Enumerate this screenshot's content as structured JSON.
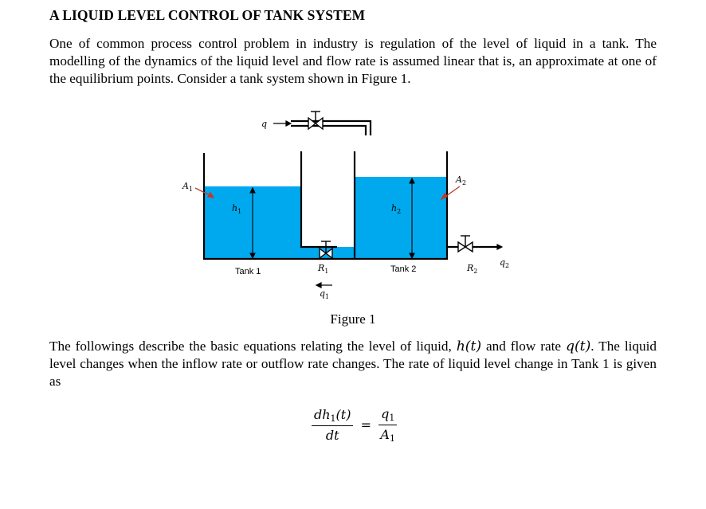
{
  "title": "A LIQUID LEVEL CONTROL OF TANK SYSTEM",
  "paragraph1": "One of common process control problem in industry is regulation of the level of liquid in a tank. The modelling of the dynamics of the liquid level and flow rate is assumed linear that is, an approximate at one of the equilibrium points. Consider a tank system shown in Figure 1.",
  "figure": {
    "q_label": "q",
    "A1_label": "A",
    "A1_sub": "1",
    "A2_label": "A",
    "A2_sub": "2",
    "h1_label": "h",
    "h1_sub": "1",
    "h2_label": "h",
    "h2_sub": "2",
    "tank1_label": "Tank 1",
    "tank2_label": "Tank 2",
    "R1_label": "R",
    "R1_sub": "1",
    "R2_label": "R",
    "R2_sub": "2",
    "q1_label": "q",
    "q1_sub": "1",
    "q2_label": "q",
    "q2_sub": "2",
    "caption": "Figure 1",
    "colors": {
      "liquid": "#00A9EE",
      "outline": "#000000",
      "pointer": "#C0392B"
    }
  },
  "paragraph2_parts": {
    "before_h": "The followings describe the basic equations relating the level of liquid, ",
    "h_expr": "h(t)",
    "between": " and flow rate ",
    "q_expr": "q(t)",
    "after": ". The liquid level changes when the inflow rate or outflow rate changes. The rate of liquid level change in Tank 1 is given as"
  },
  "equation": {
    "lhs_num_main": "dh",
    "lhs_num_sub": "1",
    "lhs_num_arg": "(t)",
    "lhs_den": "dt",
    "equals": "=",
    "rhs_num_main": "q",
    "rhs_num_sub": "1",
    "rhs_den_main": "A",
    "rhs_den_sub": "1"
  }
}
